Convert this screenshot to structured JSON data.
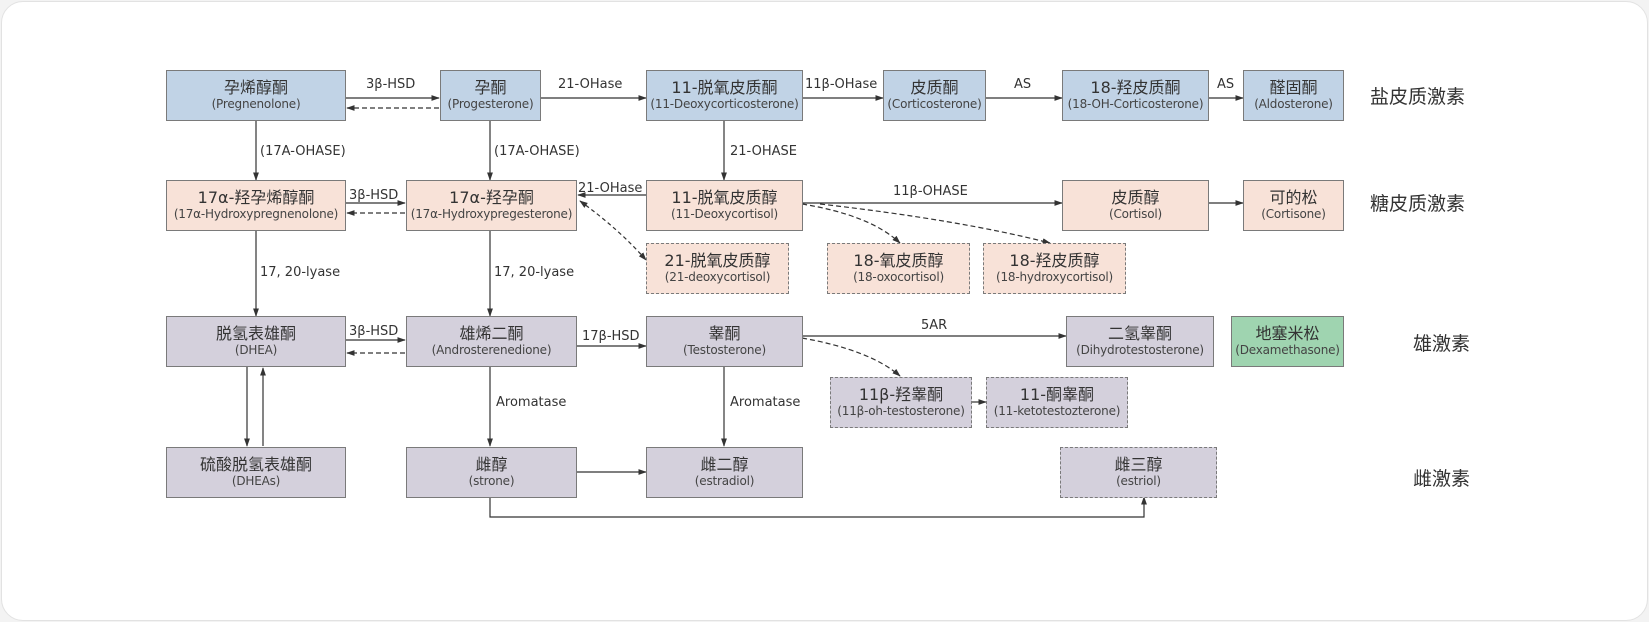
{
  "title": "Steroid hormone biosynthesis pathway",
  "colors": {
    "mineralocorticoid": "#c1d3e6",
    "glucocorticoid": "#f8e2d8",
    "androgen_estrogen": "#d4d0dc",
    "synthetic": "#9fd4b0",
    "border": "#7a7a7a",
    "arrow": "#333333"
  },
  "row_labels": {
    "mineralocorticoids": "盐皮质激素",
    "glucocorticoids": "糖皮质激素",
    "androgens": "雄激素",
    "estrogens": "雌激素"
  },
  "nodes": {
    "pregnenolone": {
      "cn": "孕烯醇酮",
      "en": "(Pregnenolone)"
    },
    "progesterone": {
      "cn": "孕酮",
      "en": "(Progesterone)"
    },
    "deoxycorticosterone": {
      "cn": "11-脱氧皮质酮",
      "en": "(11-Deoxycorticosterone)"
    },
    "corticosterone": {
      "cn": "皮质酮",
      "en": "(Corticosterone)"
    },
    "oh18_corticosterone": {
      "cn": "18-羟皮质酮",
      "en": "(18-OH-Corticosterone)"
    },
    "aldosterone": {
      "cn": "醛固酮",
      "en": "(Aldosterone)"
    },
    "oh17_pregnenolone": {
      "cn": "17α-羟孕烯醇酮",
      "en": "(17α-Hydroxypregnenolone)"
    },
    "oh17_progesterone": {
      "cn": "17α-羟孕酮",
      "en": "(17α-Hydroxypregesterone)"
    },
    "deoxycortisol11": {
      "cn": "11-脱氧皮质醇",
      "en": "(11-Deoxycortisol)"
    },
    "cortisol": {
      "cn": "皮质醇",
      "en": "(Cortisol)"
    },
    "cortisone": {
      "cn": "可的松",
      "en": "(Cortisone)"
    },
    "deoxycortisol21": {
      "cn": "21-脱氧皮质醇",
      "en": "(21-deoxycortisol)"
    },
    "oxocortisol18": {
      "cn": "18-氧皮质醇",
      "en": "(18-oxocortisol)"
    },
    "hydroxycortisol18": {
      "cn": "18-羟皮质醇",
      "en": "(18-hydroxycortisol)"
    },
    "dhea": {
      "cn": "脱氢表雄酮",
      "en": "(DHEA)"
    },
    "androstenedione": {
      "cn": "雄烯二酮",
      "en": "(Androsterenedione)"
    },
    "testosterone": {
      "cn": "睾酮",
      "en": "(Testosterone)"
    },
    "dht": {
      "cn": "二氢睾酮",
      "en": "(Dihydrotestosterone)"
    },
    "dexamethasone": {
      "cn": "地塞米松",
      "en": "(Dexamethasone)"
    },
    "oh11_testosterone": {
      "cn": "11β-羟睾酮",
      "en": "(11β-oh-testosterone)"
    },
    "keto11_testosterone": {
      "cn": "11-酮睾酮",
      "en": "(11-ketotestozterone)"
    },
    "dheas": {
      "cn": "硫酸脱氢表雄酮",
      "en": "(DHEAs)"
    },
    "estrone": {
      "cn": "雌醇",
      "en": "(strone)"
    },
    "estradiol": {
      "cn": "雌二醇",
      "en": "(estradiol)"
    },
    "estriol": {
      "cn": "雌三醇",
      "en": "(estriol)"
    }
  },
  "edge_labels": {
    "preg_prog": "3β-HSD",
    "prog_doc": "21-OHase",
    "doc_cort": "11β-OHase",
    "cort_oh18": "AS",
    "oh18_aldo": "AS",
    "preg_oh17preg": "(17A-OHASE)",
    "prog_oh17prog": "(17A-OHASE)",
    "doc_11dc": "21-OHASE",
    "oh17preg_oh17prog": "3β-HSD",
    "oh17prog_11dc": "21-OHase",
    "dc11_cortisol": "11β-OHASE",
    "oh17preg_dhea": "17, 20-lyase",
    "oh17prog_andro": "17, 20-lyase",
    "dhea_andro": "3β-HSD",
    "andro_testo": "17β-HSD",
    "testo_dht": "5AR",
    "andro_estrone": "Aromatase",
    "testo_estradiol": "Aromatase"
  }
}
